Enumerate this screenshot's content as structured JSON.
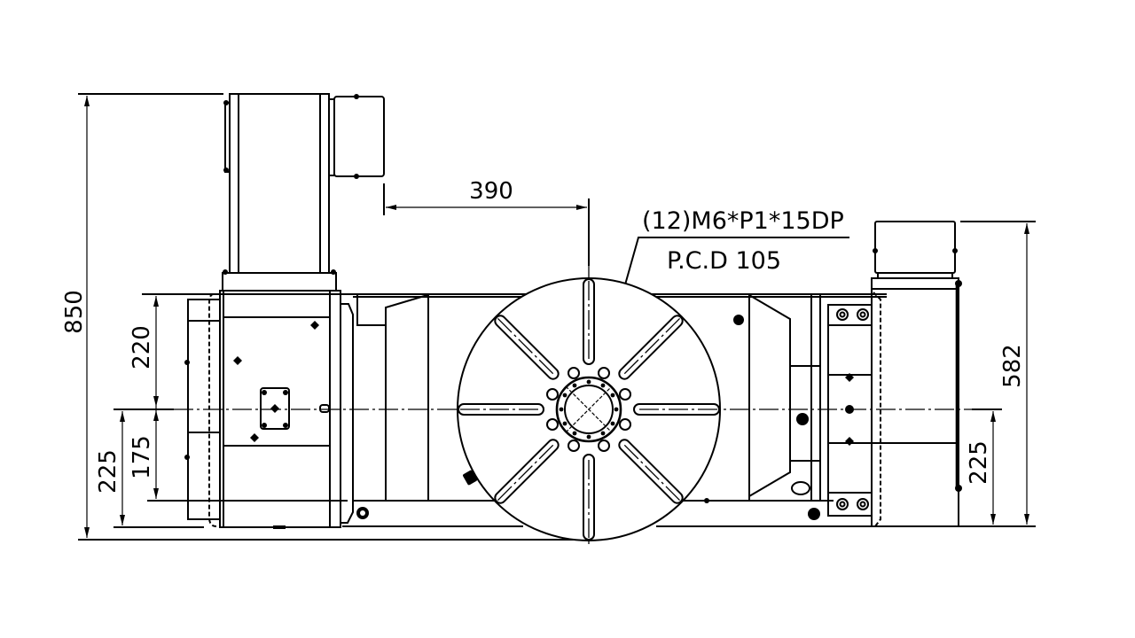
{
  "drawing": {
    "title": "Rotary table front view dimension drawing",
    "line_color": "#000000",
    "background": "#ffffff"
  },
  "dimensions": {
    "overall_height": "850",
    "upper_housing_above_center": "220",
    "housing_below_center": "175",
    "center_height_left": "225",
    "motor_offset_to_center": "390",
    "right_tailstock_height": "582",
    "center_height_right": "225"
  },
  "notes": {
    "thread_spec": "(12)M6*P1*15DP",
    "pcd": "P.C.D 105"
  },
  "faceplate": {
    "t_slots": 8,
    "bolt_holes": 12
  }
}
